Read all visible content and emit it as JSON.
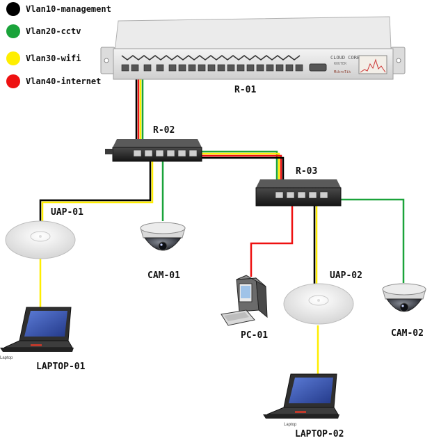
{
  "legend": [
    {
      "label": "Vlan10-management",
      "color": "#000000"
    },
    {
      "label": "Vlan20-cctv",
      "color": "#1aa33a"
    },
    {
      "label": "Vlan30-wifi",
      "color": "#ffee00"
    },
    {
      "label": "Vlan40-internet",
      "color": "#ee1111"
    }
  ],
  "devices": {
    "r01": {
      "label": "R-01",
      "brand": "CLOUD CORE",
      "model": "ROUTER",
      "maker": "MikroTik"
    },
    "r02": {
      "label": "R-02"
    },
    "r03": {
      "label": "R-03"
    },
    "uap01": {
      "label": "UAP-01"
    },
    "uap02": {
      "label": "UAP-02"
    },
    "cam01": {
      "label": "CAM-01"
    },
    "cam02": {
      "label": "CAM-02"
    },
    "pc01": {
      "label": "PC-01"
    },
    "laptop01": {
      "label": "LAPTOP-01",
      "badge": "Laptop"
    },
    "laptop02": {
      "label": "LAPTOP-02",
      "badge": "Laptop"
    }
  }
}
